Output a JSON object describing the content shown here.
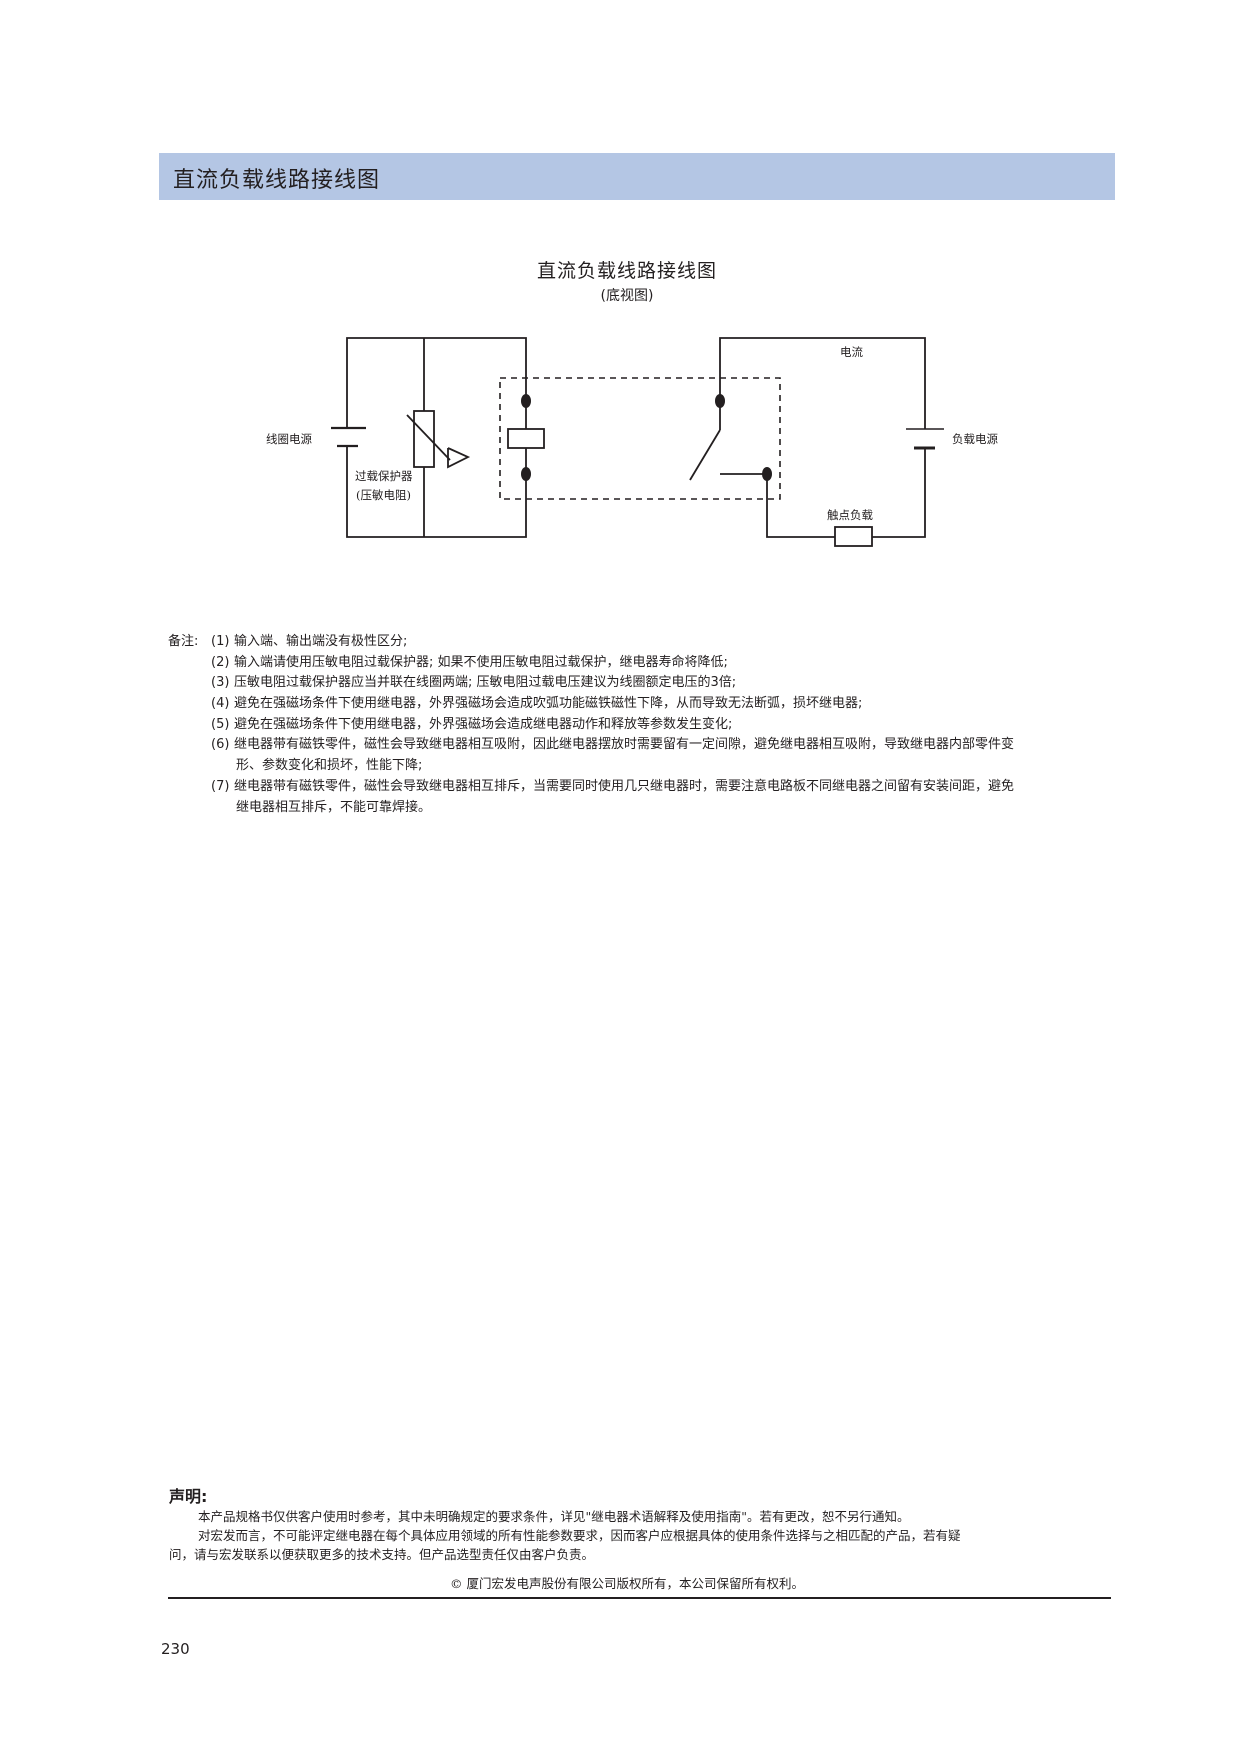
{
  "header": {
    "title": "直流负载线路接线图"
  },
  "diagram": {
    "title": "直流负载线路接线图",
    "subtitle": "(底视图)",
    "labels": {
      "coil_power": "线圈电源",
      "overload_protector": "过载保护器",
      "varistor": "(压敏电阻)",
      "current": "电流",
      "load_power": "负载电源",
      "contact_load": "触点负载"
    }
  },
  "notes": {
    "prefix": "备注:",
    "items": [
      {
        "num": "(1)",
        "text": "输入端、输出端没有极性区分;",
        "cont": ""
      },
      {
        "num": "(2)",
        "text": "输入端请使用压敏电阻过载保护器; 如果不使用压敏电阻过载保护，继电器寿命将降低;",
        "cont": ""
      },
      {
        "num": "(3)",
        "text": "压敏电阻过载保护器应当并联在线圈两端; 压敏电阻过载电压建议为线圈额定电压的3倍;",
        "cont": ""
      },
      {
        "num": "(4)",
        "text": "避免在强磁场条件下使用继电器，外界强磁场会造成吹弧功能磁铁磁性下降，从而导致无法断弧，损坏继电器;",
        "cont": ""
      },
      {
        "num": "(5)",
        "text": "避免在强磁场条件下使用继电器，外界强磁场会造成继电器动作和释放等参数发生变化;",
        "cont": ""
      },
      {
        "num": "(6)",
        "text": "继电器带有磁铁零件，磁性会导致继电器相互吸附，因此继电器摆放时需要留有一定间隙，避免继电器相互吸附，导致继电器内部零件变",
        "cont": "形、参数变化和损坏，性能下降;"
      },
      {
        "num": "(7)",
        "text": "继电器带有磁铁零件，磁性会导致继电器相互排斥，当需要同时使用几只继电器时，需要注意电路板不同继电器之间留有安装间距，避免",
        "cont": "继电器相互排斥，不能可靠焊接。"
      }
    ]
  },
  "declaration": {
    "title": "声明:",
    "line1": "本产品规格书仅供客户使用时参考，其中未明确规定的要求条件，详见\"继电器术语解释及使用指南\"。若有更改，恕不另行通知。",
    "line2": "对宏发而言，不可能评定继电器在每个具体应用领域的所有性能参数要求，因而客户应根据具体的使用条件选择与之相匹配的产品，若有疑",
    "line3": "问，请与宏发联系以便获取更多的技术支持。但产品选型责任仅由客户负责。",
    "copyright": "© 厦门宏发电声股份有限公司版权所有，本公司保留所有权利。"
  },
  "page_number": "230",
  "colors": {
    "header_bar": "#b4c6e4",
    "text": "#231f20"
  }
}
